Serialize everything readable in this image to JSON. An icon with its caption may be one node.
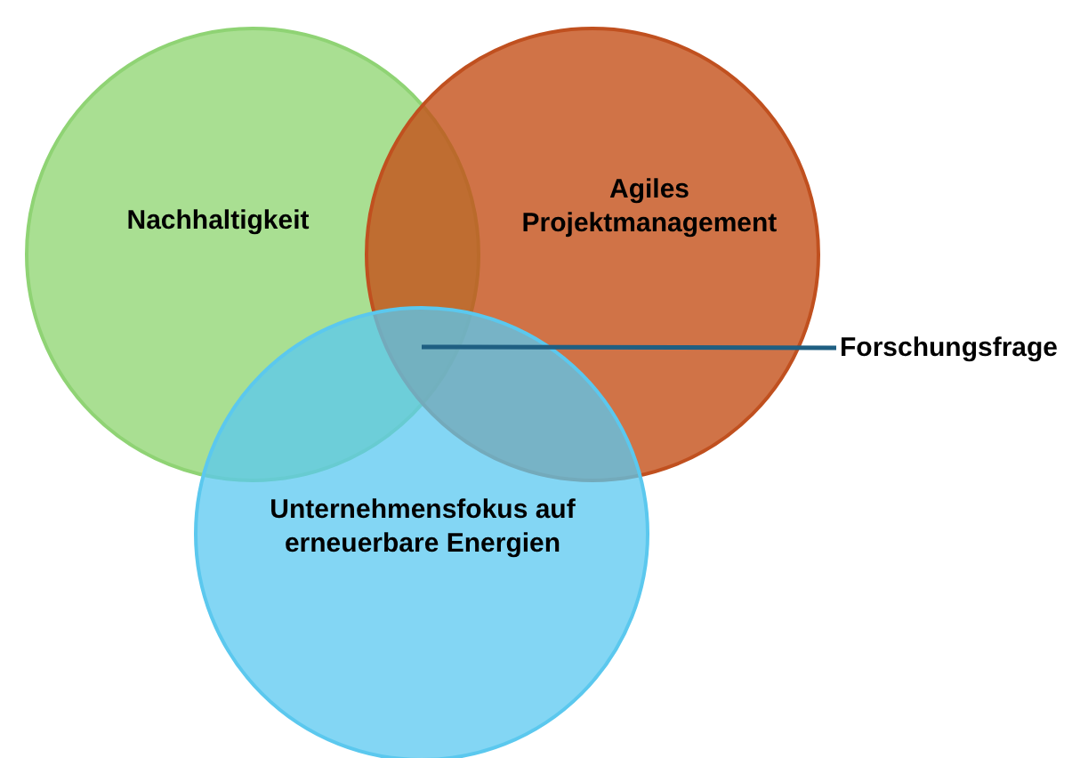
{
  "diagram": {
    "nodes": [
      {
        "text": [
          "Nachhaltigkeit"
        ]
      },
      {
        "text": [
          "Agiles Projektmanagement"
        ]
      },
      {
        "text": [
          "Unternehmensfokus auf erneuerbare Energien"
        ]
      },
      {
        "text": [
          "Forschungsfrage"
        ]
      }
    ],
    "edges": [
      {
        "from": 3,
        "to": 0,
        "arrow": "none"
      }
    ]
  }
}
